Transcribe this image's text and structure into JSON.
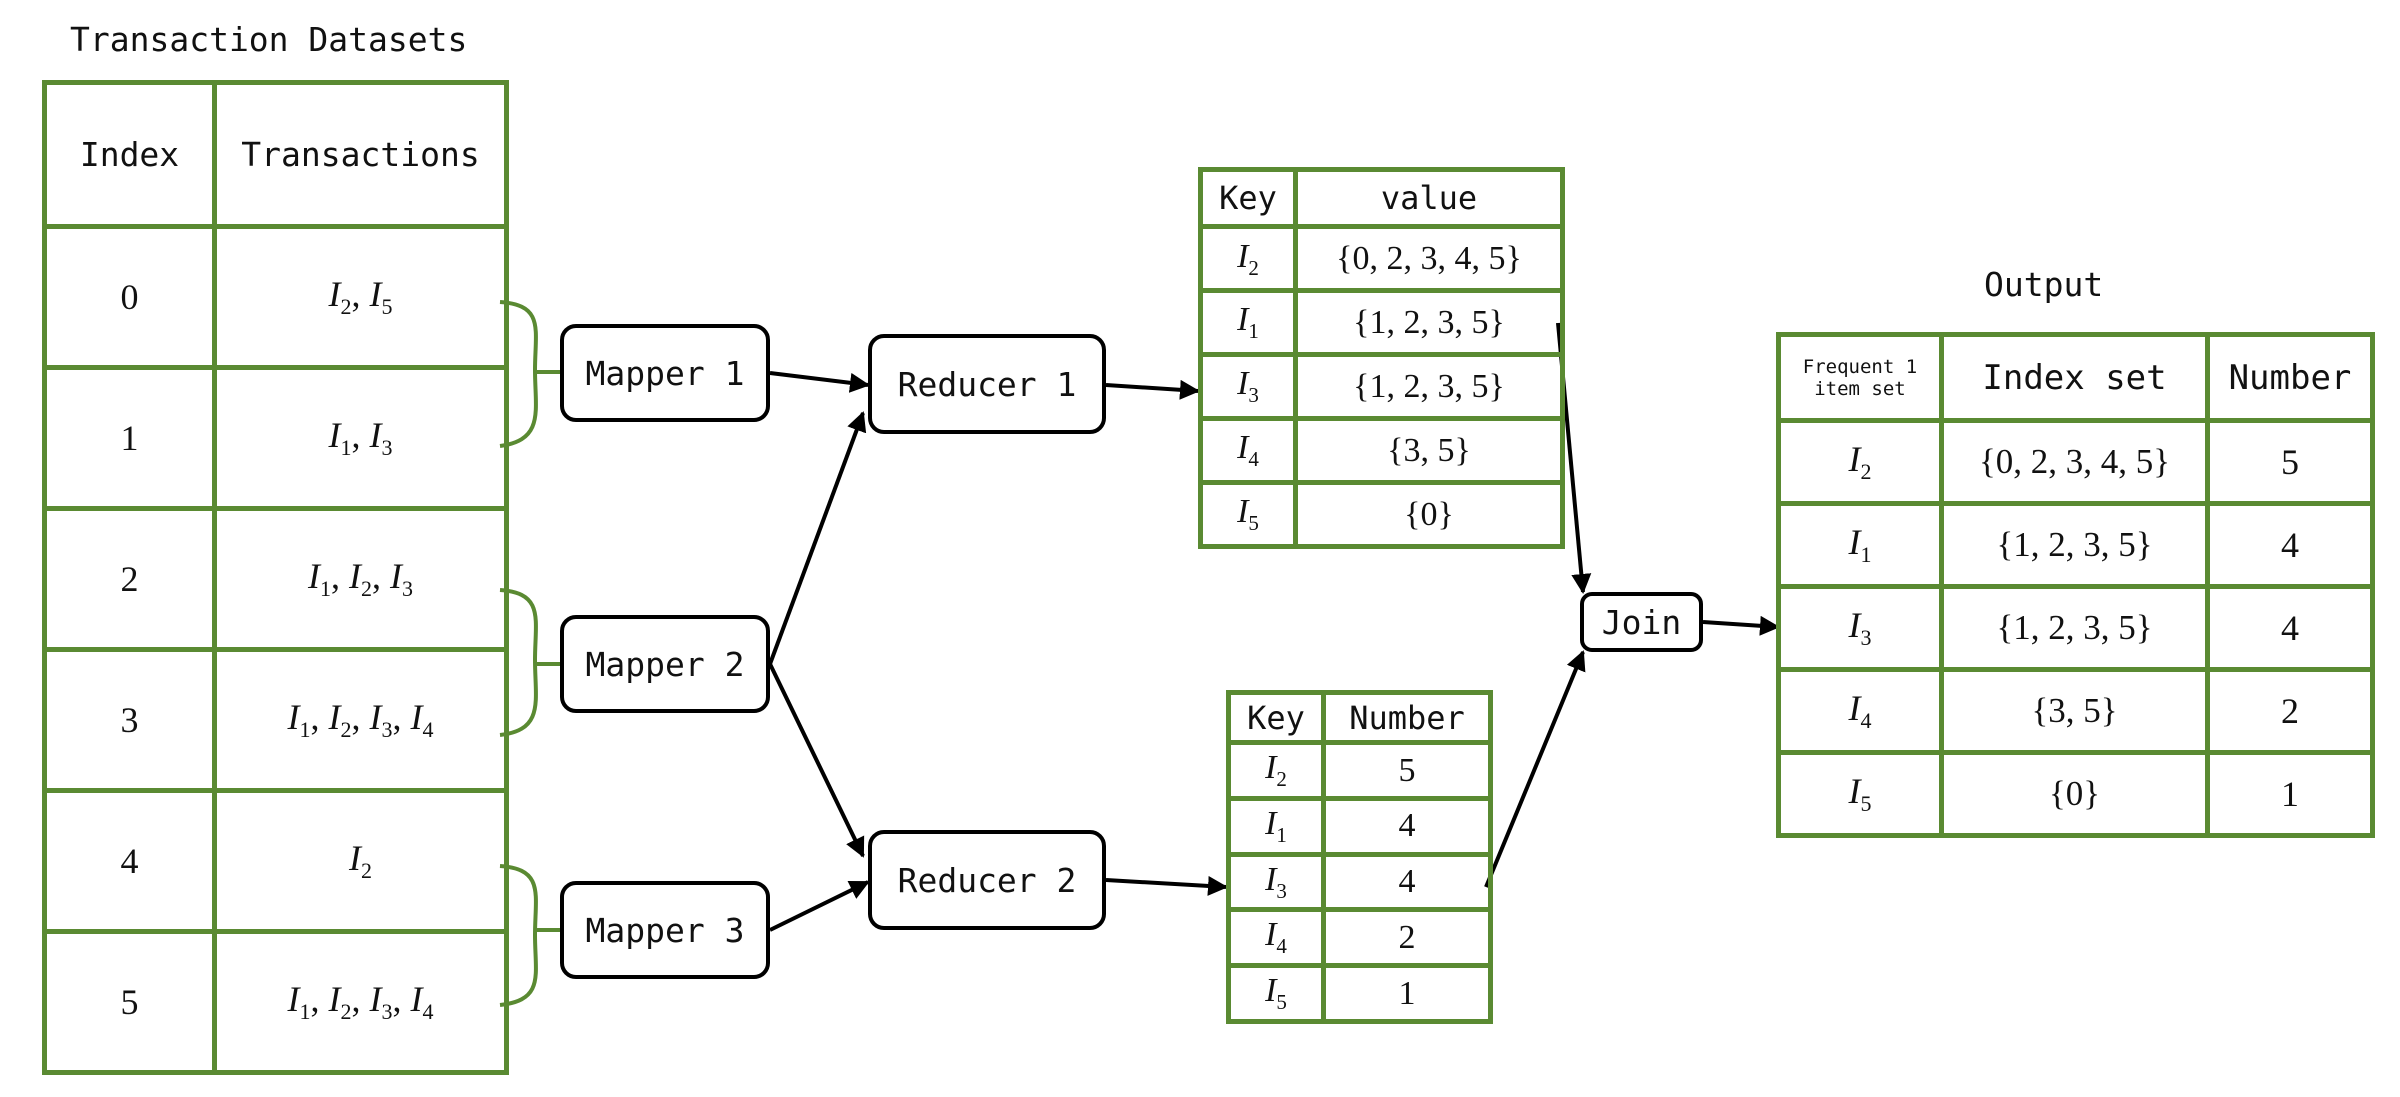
{
  "transactions": {
    "title": "Transaction Datasets",
    "headers": {
      "index": "Index",
      "transactions": "Transactions"
    },
    "rows": [
      {
        "index": "0",
        "items": [
          "2",
          "5"
        ]
      },
      {
        "index": "1",
        "items": [
          "1",
          "3"
        ]
      },
      {
        "index": "2",
        "items": [
          "1",
          "2",
          "3"
        ]
      },
      {
        "index": "3",
        "items": [
          "1",
          "2",
          "3",
          "4"
        ]
      },
      {
        "index": "4",
        "items": [
          "2"
        ]
      },
      {
        "index": "5",
        "items": [
          "1",
          "2",
          "3",
          "4"
        ]
      }
    ]
  },
  "mappers": [
    "Mapper 1",
    "Mapper 2",
    "Mapper 3"
  ],
  "reducers": [
    "Reducer 1",
    "Reducer 2"
  ],
  "join_label": "Join",
  "reducer1_table": {
    "headers": {
      "key": "Key",
      "value": "value"
    },
    "rows": [
      {
        "key": "2",
        "value": "{0, 2, 3, 4, 5}"
      },
      {
        "key": "1",
        "value": "{1, 2, 3, 5}"
      },
      {
        "key": "3",
        "value": "{1, 2, 3, 5}"
      },
      {
        "key": "4",
        "value": "{3, 5}"
      },
      {
        "key": "5",
        "value": "{0}"
      }
    ]
  },
  "reducer2_table": {
    "headers": {
      "key": "Key",
      "number": "Number"
    },
    "rows": [
      {
        "key": "2",
        "number": "5"
      },
      {
        "key": "1",
        "number": "4"
      },
      {
        "key": "3",
        "number": "4"
      },
      {
        "key": "4",
        "number": "2"
      },
      {
        "key": "5",
        "number": "1"
      }
    ]
  },
  "output": {
    "title": "Output",
    "headers": {
      "itemset": "Frequent 1 item set",
      "index_set": "Index set",
      "number": "Number"
    },
    "rows": [
      {
        "key": "2",
        "index_set": "{0, 2, 3, 4, 5}",
        "number": "5"
      },
      {
        "key": "1",
        "index_set": "{1, 2, 3, 5}",
        "number": "4"
      },
      {
        "key": "3",
        "index_set": "{1, 2, 3, 5}",
        "number": "4"
      },
      {
        "key": "4",
        "index_set": "{3, 5}",
        "number": "2"
      },
      {
        "key": "5",
        "index_set": "{0}",
        "number": "1"
      }
    ]
  },
  "colors": {
    "table_border": "#5a8a32",
    "arrow": "#000000"
  }
}
